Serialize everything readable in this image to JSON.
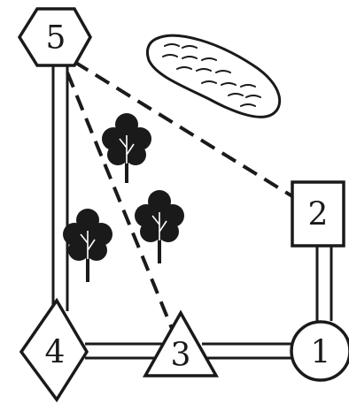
{
  "diagram": {
    "nodes": {
      "n1": {
        "label": "1",
        "shape": "circle"
      },
      "n2": {
        "label": "2",
        "shape": "square"
      },
      "n3": {
        "label": "3",
        "shape": "triangle"
      },
      "n4": {
        "label": "4",
        "shape": "diamond"
      },
      "n5": {
        "label": "5",
        "shape": "hexagon"
      }
    },
    "solid_roads": [
      [
        "5",
        "4"
      ],
      [
        "4",
        "3"
      ],
      [
        "3",
        "1"
      ],
      [
        "1",
        "2"
      ]
    ],
    "dashed_paths": [
      [
        "5",
        "2"
      ],
      [
        "5",
        "3"
      ]
    ],
    "features": [
      "pond",
      "tree",
      "tree",
      "tree"
    ]
  },
  "colors": {
    "ink": "#1a1a1a",
    "background": "#ffffff"
  }
}
